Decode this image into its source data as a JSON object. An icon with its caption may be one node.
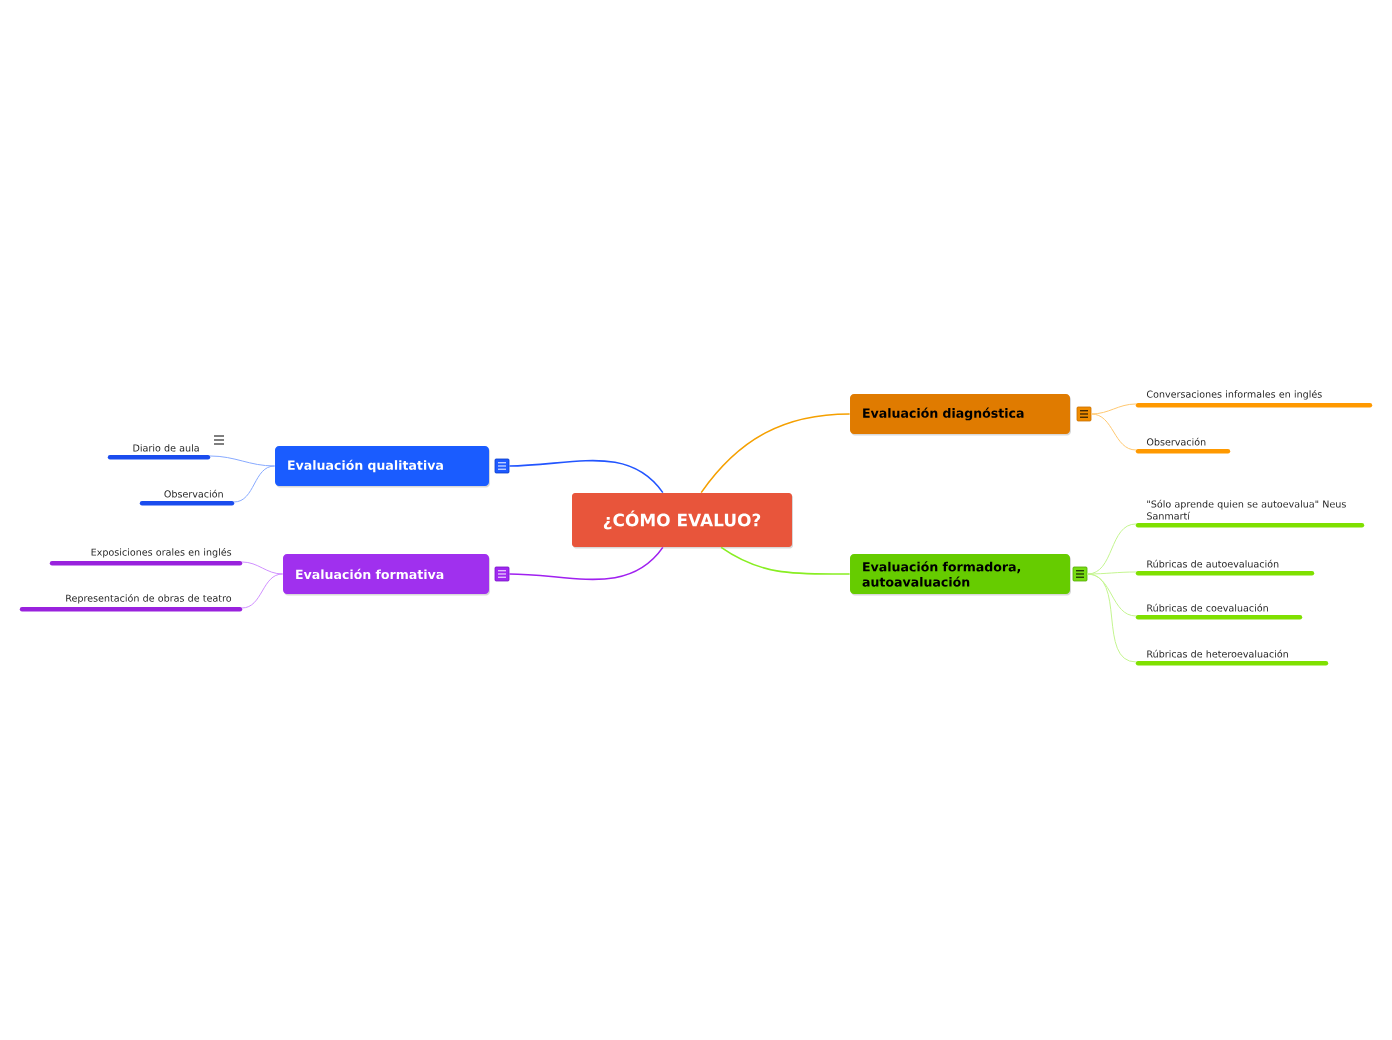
{
  "diagram": {
    "nodes": [
      {
        "text": [
          "¿CÓMO EVALUO?"
        ]
      },
      {
        "text": [
          "Evaluación diagnóstica"
        ]
      },
      {
        "text": [
          "Conversaciones informales en inglés"
        ]
      },
      {
        "text": [
          "Observación"
        ]
      },
      {
        "text": [
          "Evaluación formadora, autoavaluación"
        ]
      },
      {
        "text": [
          "\"Sólo aprende quien se autoevalua\" Neus Sanmartí"
        ]
      },
      {
        "text": [
          "Rúbricas de autoevaluación"
        ]
      },
      {
        "text": [
          "Rúbricas de coevaluación"
        ]
      },
      {
        "text": [
          "Rúbricas de heteroevaluación"
        ]
      },
      {
        "text": [
          "Evaluación qualitativa"
        ]
      },
      {
        "text": [
          "Diario de aula"
        ]
      },
      {
        "text": [
          "Observación"
        ]
      },
      {
        "text": [
          "Evaluación formativa"
        ]
      },
      {
        "text": [
          "Exposiciones orales en inglés"
        ]
      },
      {
        "text": [
          "Representación de obras de teatro"
        ]
      }
    ],
    "edges": [
      {
        "from": 0,
        "to": 1,
        "arrow": "none",
        "color": "#f5a000"
      },
      {
        "from": 1,
        "to": 2,
        "arrow": "none",
        "color": "#ffc870"
      },
      {
        "from": 1,
        "to": 3,
        "arrow": "none",
        "color": "#ffc870"
      },
      {
        "from": 0,
        "to": 4,
        "arrow": "none",
        "color": "#88ee22"
      },
      {
        "from": 4,
        "to": 5,
        "arrow": "none",
        "color": "#c4f590"
      },
      {
        "from": 4,
        "to": 6,
        "arrow": "none",
        "color": "#c4f590"
      },
      {
        "from": 4,
        "to": 7,
        "arrow": "none",
        "color": "#c4f590"
      },
      {
        "from": 4,
        "to": 8,
        "arrow": "none",
        "color": "#c4f590"
      },
      {
        "from": 0,
        "to": 9,
        "arrow": "none",
        "color": "#2255ff"
      },
      {
        "from": 9,
        "to": 10,
        "arrow": "none",
        "color": "#88aaff"
      },
      {
        "from": 9,
        "to": 11,
        "arrow": "none",
        "color": "#88aaff"
      },
      {
        "from": 0,
        "to": 12,
        "arrow": "none",
        "color": "#a020f0"
      },
      {
        "from": 12,
        "to": 13,
        "arrow": "none",
        "color": "#d090ff"
      },
      {
        "from": 12,
        "to": 14,
        "arrow": "none",
        "color": "#d090ff"
      }
    ]
  }
}
